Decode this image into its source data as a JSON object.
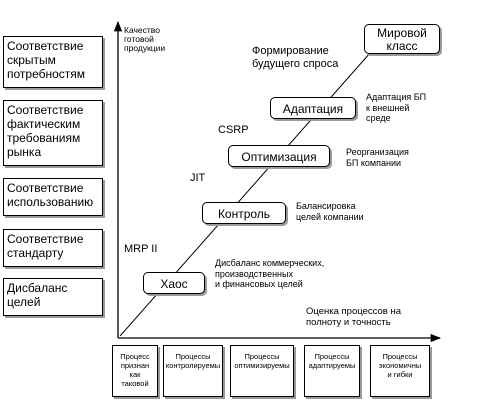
{
  "left_boxes": [
    "Соответствие\nскрытым\nпотребностям",
    "Соответствие\nфактическим\nтребованиям\nрынка",
    "Соответствие\nиспользованию",
    "Соответствие\nстандарту",
    "Дисбаланс\nцелей"
  ],
  "axis": {
    "y_label": "Качество\nготовой\nпродукции",
    "x_label": "Оценка процессов на\nполноту и точность"
  },
  "stages": [
    {
      "label": "Хаос",
      "note": "Дисбаланс коммерческих,\nпроизводственных\nи финансовых целей"
    },
    {
      "label": "Контроль",
      "note": "Балансировка\nцелей компании"
    },
    {
      "label": "Оптимизация",
      "note": "Реорганизация\nБП компании"
    },
    {
      "label": "Адаптация",
      "note": "Адаптация БП\nк внешней\nсреде"
    },
    {
      "label": "Мировой\nкласс",
      "note": "Формирование\nбудущего спроса"
    }
  ],
  "methods": [
    "MRP II",
    "JIT",
    "CSRP"
  ],
  "bottom_boxes": [
    "Процесс\nпризнан\nкак\nтаковой",
    "Процессы\nконтролируемы",
    "Процессы\nоптимизируемы",
    "Процессы\nадаптируемы",
    "Процессы\nэкономичны\nи гибки"
  ]
}
